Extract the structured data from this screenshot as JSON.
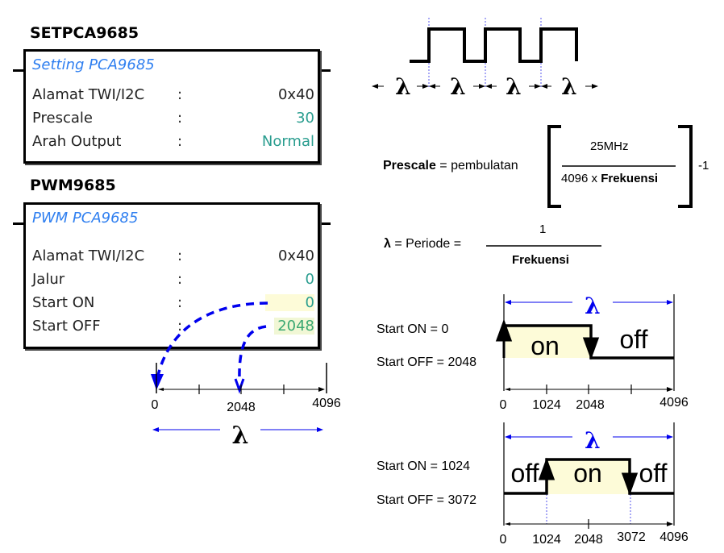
{
  "setpca": {
    "title": "SETPCA9685",
    "subtitle": "Setting PCA9685",
    "rows": [
      {
        "label": "Alamat TWI/I2C",
        "sep": ":",
        "value": "0x40"
      },
      {
        "label": "Prescale",
        "sep": ":",
        "value": "30"
      },
      {
        "label": "Arah Output",
        "sep": ":",
        "value": "Normal"
      }
    ]
  },
  "pwm": {
    "title": "PWM9685",
    "subtitle": "PWM PCA9685",
    "rows": [
      {
        "label": "Alamat TWI/I2C",
        "sep": ":",
        "value": "0x40"
      },
      {
        "label": "Jalur",
        "sep": ":",
        "value": "0"
      },
      {
        "label": "Start ON",
        "sep": ":",
        "value": "0"
      },
      {
        "label": "Start OFF",
        "sep": ":",
        "value": "2048"
      }
    ]
  },
  "scale": {
    "ticks": [
      "0",
      "2048",
      "4096"
    ],
    "lambda": "λ"
  },
  "wave": {
    "lambda": "λ"
  },
  "formula": {
    "prescale_label": "Prescale",
    "prescale_eq": " = pembulatan",
    "numerator": "25MHz",
    "denominator_prefix": "4096 x ",
    "denominator_bold": "Frekuensi",
    "suffix": "-1",
    "lambda_symbol": "λ",
    "period_eq": " = Periode =",
    "period_num": "1",
    "period_den": "Frekuensi"
  },
  "timing1": {
    "start_on": "Start ON = 0",
    "start_off": "Start OFF = 2048",
    "lambda": "λ",
    "on_label": "on",
    "off_label": "off",
    "ticks": [
      "0",
      "1024",
      "2048",
      "4096"
    ]
  },
  "timing2": {
    "start_on": "Start ON = 1024",
    "start_off": "Start OFF = 3072",
    "lambda": "λ",
    "on_label": "on",
    "off_label_left": "off",
    "off_label_right": "off",
    "ticks": [
      "0",
      "1024",
      "2048",
      "3072",
      "4096"
    ]
  },
  "colors": {
    "accent_blue": "#2f7ff0",
    "value_teal": "#2a9d8f",
    "arrow_blue": "#0000ee",
    "highlight": "#fdfbd8"
  }
}
